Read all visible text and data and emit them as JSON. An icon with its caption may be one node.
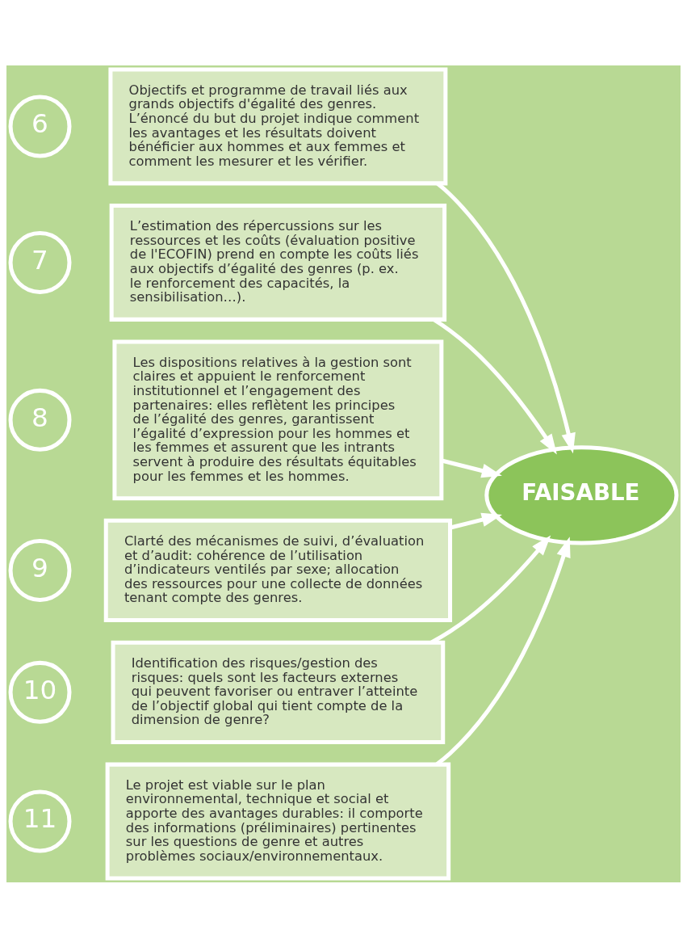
{
  "diagram": {
    "nodes": [
      {
        "text": [
          "6"
        ]
      },
      {
        "text": [
          "Objectifs et programme de travail liés aux grands objectifs d'égalité des genres. L’énoncé du but du projet indique comment les avantages et les résultats doivent bénéficier aux hommes et aux femmes et comment les mesurer et les vérifier."
        ]
      },
      {
        "text": [
          "7"
        ]
      },
      {
        "text": [
          "L’estimation des répercussions sur les ressources et les coûts (évaluation positive de l'ECOFIN) prend en compte les coûts liés aux objectifs d’égalité des genres (p. ex. le renforcement des capacités, la sensibilisation…)."
        ]
      },
      {
        "text": [
          "8"
        ]
      },
      {
        "text": [
          "Les dispositions relatives à la gestion sont claires et appuient le renforcement institutionnel et l’engagement des partenaires: elles reflètent les principes de l’égalité des genres, garantissent l’égalité d’expression pour les hommes et les femmes et assurent que les intrants servent à produire des résultats équitables pour les femmes et les hommes."
        ]
      },
      {
        "text": [
          "9"
        ]
      },
      {
        "text": [
          "Clarté des mécanismes de suivi, d’évaluation et d’audit: cohérence de l’utilisation d’indicateurs ventilés par sexe; allocation des ressources pour une collecte de données tenant compte des genres."
        ]
      },
      {
        "text": [
          "10"
        ]
      },
      {
        "text": [
          "Identification des risques/gestion des risques: quels sont les facteurs externes qui peuvent favoriser ou entraver l’atteinte de l’objectif global qui tient compte de la dimension de genre?"
        ]
      },
      {
        "text": [
          "11"
        ]
      },
      {
        "text": [
          "Le projet est viable sur le plan environnemental, technique et social et apporte des avantages durables: il comporte des informations (préliminaires) pertinentes sur les questions de genre et autres problèmes sociaux/environnementaux."
        ]
      },
      {
        "text": [
          "FAISABLE"
        ]
      }
    ],
    "edges": [
      {
        "from": 1,
        "to": 12,
        "arrow": "to"
      },
      {
        "from": 3,
        "to": 12,
        "arrow": "to"
      },
      {
        "from": 5,
        "to": 12,
        "arrow": "to"
      },
      {
        "from": 7,
        "to": 12,
        "arrow": "to"
      },
      {
        "from": 9,
        "to": 12,
        "arrow": "to"
      },
      {
        "from": 11,
        "to": 12,
        "arrow": "to"
      }
    ]
  }
}
